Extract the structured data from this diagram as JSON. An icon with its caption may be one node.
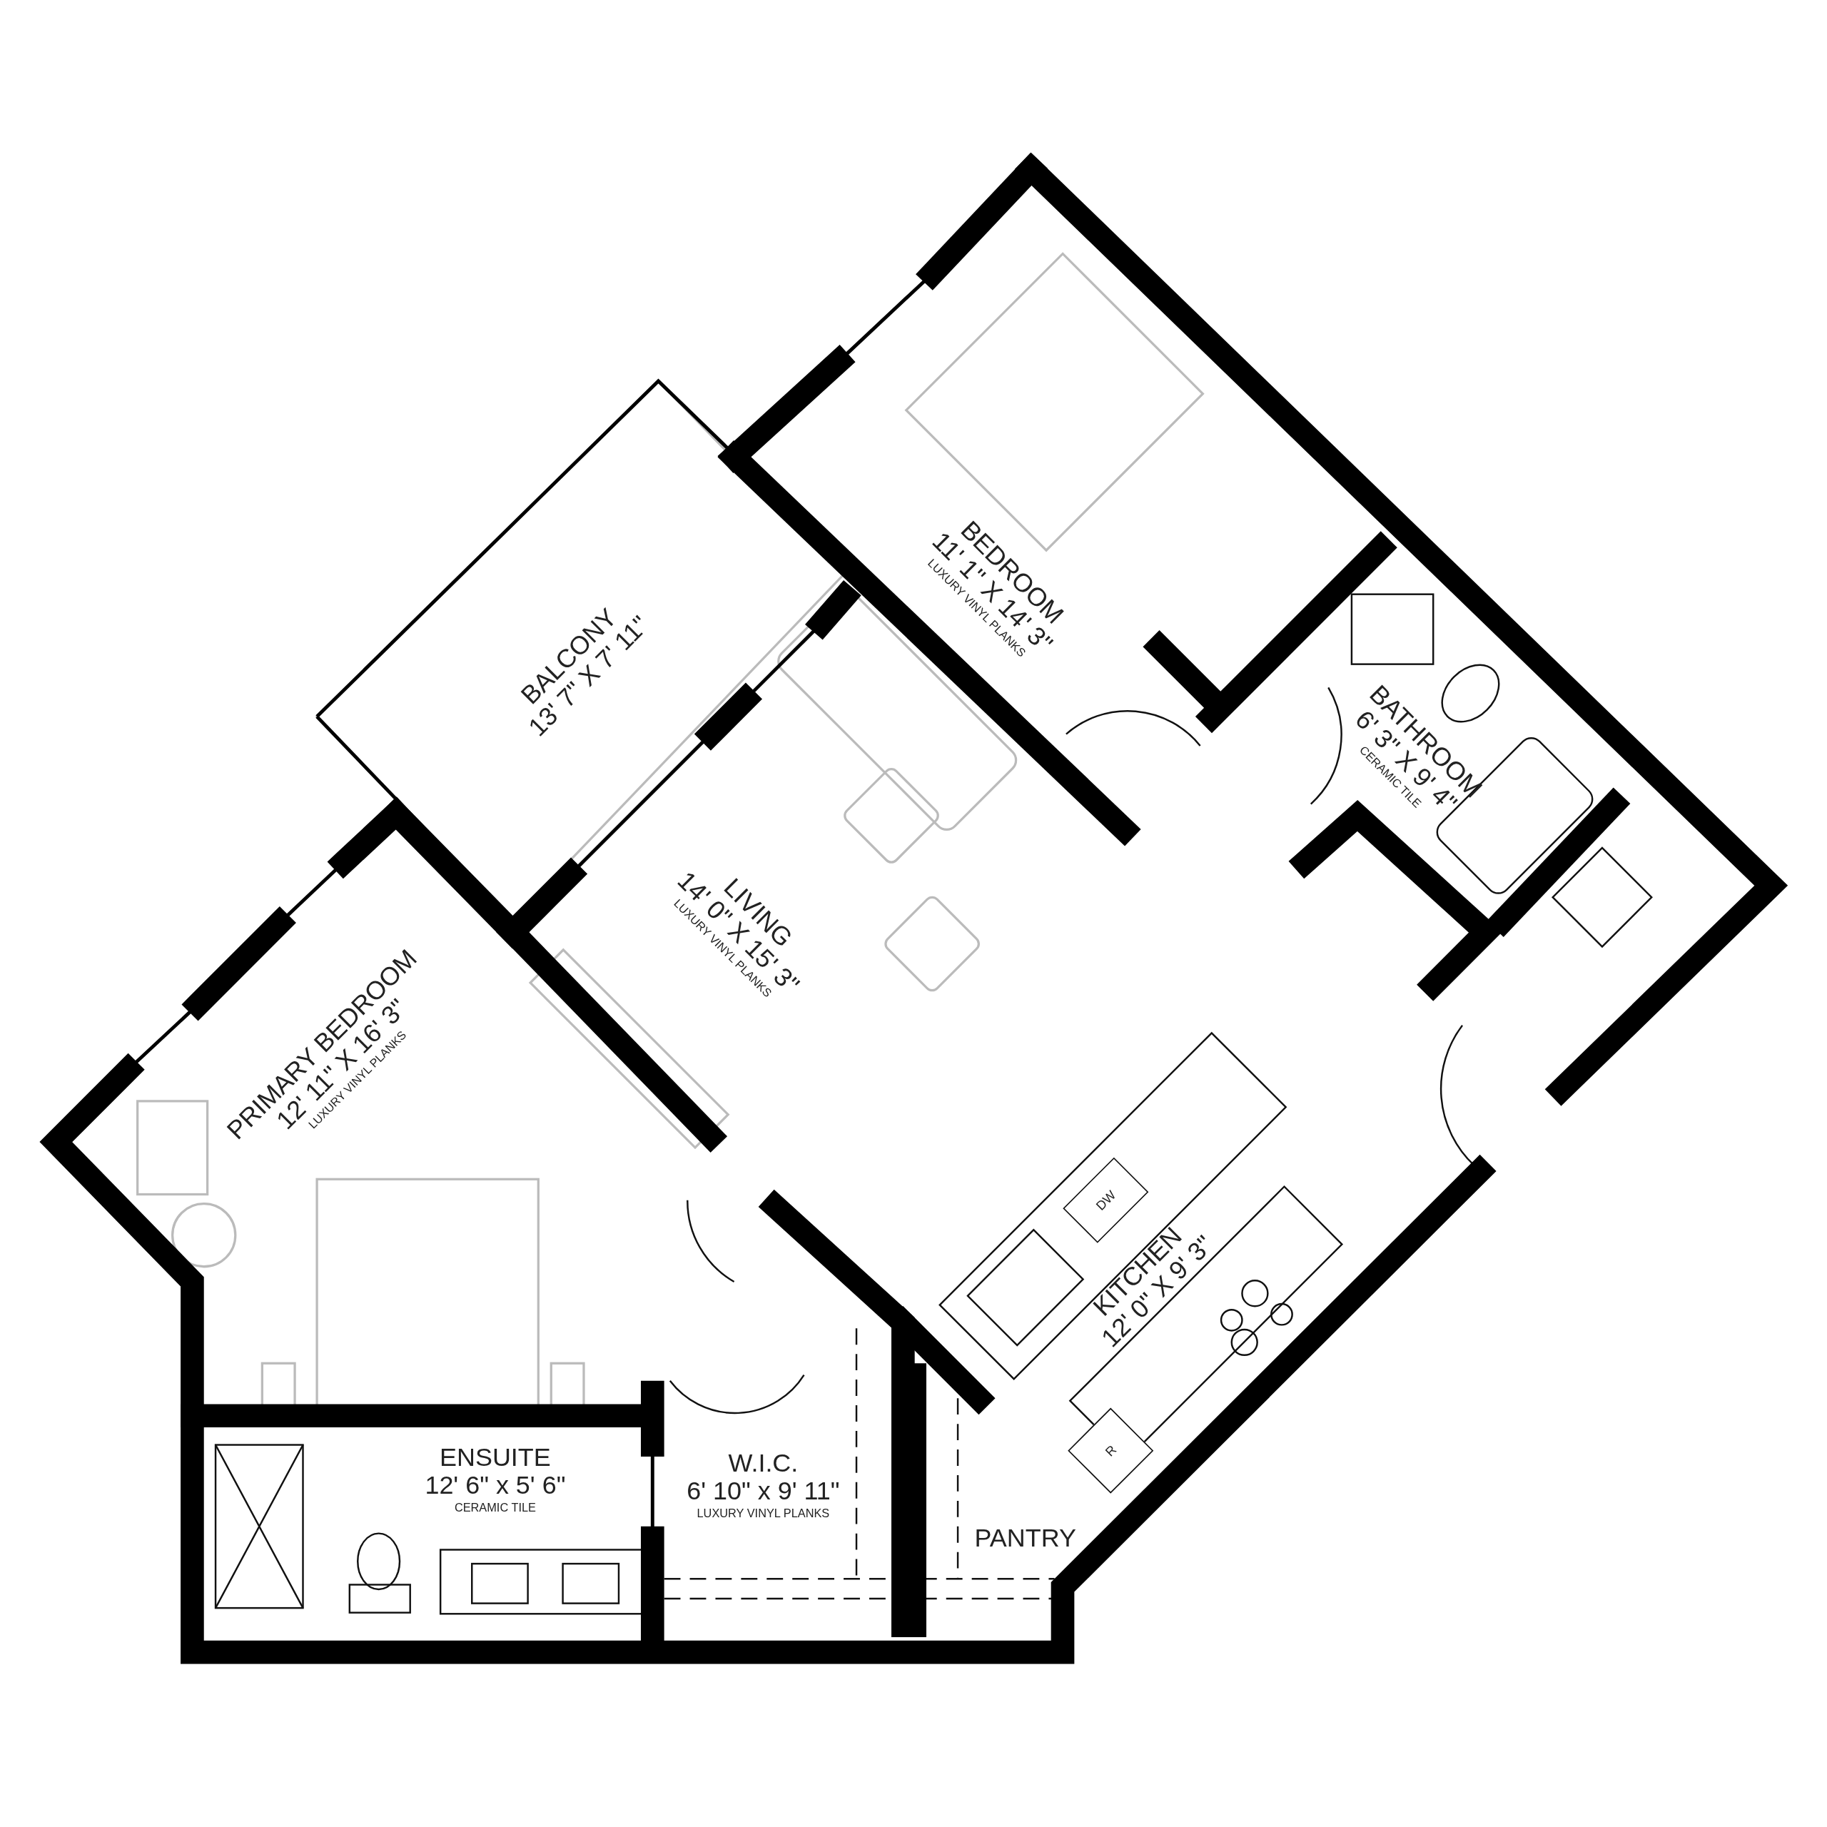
{
  "diagram": {
    "nodes": [
      {
        "text": [
          "BEDROOM",
          "11' 1\" X 14' 3\"",
          "LUXURY VINYL PLANKS"
        ]
      },
      {
        "text": [
          "BALCONY",
          "13' 7\" X 7' 11\""
        ]
      },
      {
        "text": [
          "BATHROOM",
          "6' 3\" X 9' 4\"",
          "CERAMIC TILE"
        ]
      },
      {
        "text": [
          "LIVING",
          "14' 0\" X 15' 3\"",
          "LUXURY VINYL PLANKS"
        ]
      },
      {
        "text": [
          "PRIMARY BEDROOM",
          "12' 11\" X 16' 3\"",
          "LUXURY VINYL PLANKS"
        ]
      },
      {
        "text": [
          "KITCHEN",
          "12' 0\" X 9' 3\""
        ]
      },
      {
        "text": [
          "DW"
        ],
        "in": 5
      },
      {
        "text": [
          "R"
        ],
        "in": 5
      },
      {
        "text": [
          "ENSUITE",
          "12' 6\" x 5' 6\"",
          "CERAMIC TILE"
        ]
      },
      {
        "text": [
          "W.I.C.",
          "6' 10\" x 9' 11\"",
          "LUXURY VINYL PLANKS"
        ]
      },
      {
        "text": [
          "PANTRY"
        ]
      }
    ]
  }
}
